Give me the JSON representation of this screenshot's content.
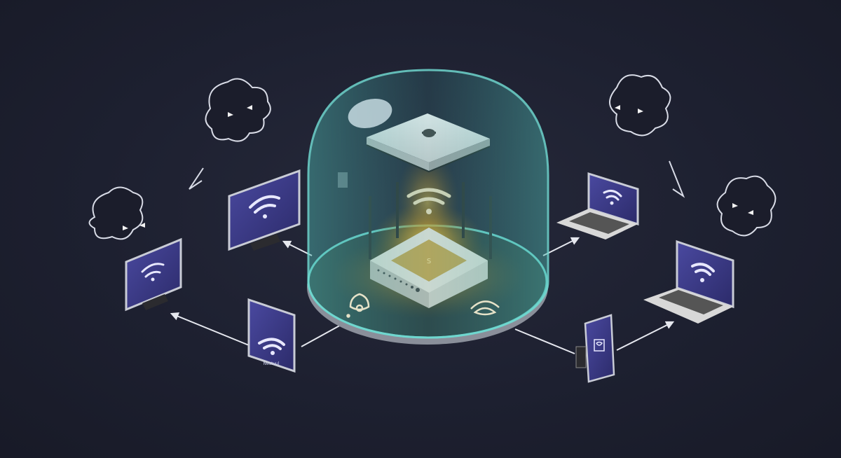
{
  "scene": {
    "title": "Router protected by dome shield with connected devices and threats",
    "colors": {
      "background": "#1d2030",
      "dome": "#5fc9c0",
      "glow": "#f5b62a",
      "screen": "#3c3b86",
      "outline": "#d8dbe6"
    },
    "tablet_label": "Nestvul",
    "devices": [
      {
        "name": "monitor-upper-left",
        "icon": "wifi-icon"
      },
      {
        "name": "monitor-lower-left",
        "icon": "wifi-icon"
      },
      {
        "name": "tablet",
        "icon": "wifi-icon"
      },
      {
        "name": "laptop-upper-right",
        "icon": "wifi-icon"
      },
      {
        "name": "laptop-lower-right",
        "icon": "wifi-icon"
      },
      {
        "name": "phone",
        "icon": "shield-icon"
      }
    ],
    "threats": [
      "threat-cloud-left-upper",
      "threat-cloud-left-lower",
      "threat-cloud-right-upper",
      "threat-cloud-right-lower"
    ]
  }
}
